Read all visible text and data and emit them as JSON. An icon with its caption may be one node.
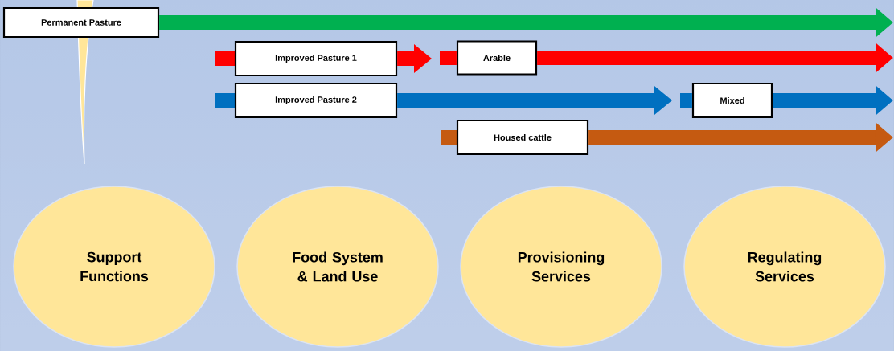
{
  "diagram": {
    "nodes": [
      {
        "text": [
          "Permanent Pasture"
        ]
      },
      {
        "text": [
          "Improved Pasture 1"
        ]
      },
      {
        "text": [
          "Arable"
        ]
      },
      {
        "text": [
          "Improved Pasture 2"
        ]
      },
      {
        "text": [
          "Mixed"
        ]
      },
      {
        "text": [
          "Housed cattle"
        ]
      },
      {
        "text": [
          "Support Functions"
        ]
      },
      {
        "text": [
          "Food System & Land Use"
        ]
      },
      {
        "text": [
          "Provisioning Services"
        ]
      },
      {
        "text": [
          "Regulating Services"
        ]
      }
    ],
    "edges": [
      {
        "from": 0,
        "to": null,
        "arrow": "to",
        "color": "#00b050"
      },
      {
        "from": 1,
        "to": 2,
        "arrow": "to",
        "color": "#ff0000"
      },
      {
        "from": 2,
        "to": null,
        "arrow": "to",
        "color": "#ff0000"
      },
      {
        "from": 3,
        "to": 4,
        "arrow": "to",
        "color": "#0070c0"
      },
      {
        "from": 4,
        "to": null,
        "arrow": "to",
        "color": "#0070c0"
      },
      {
        "from": 5,
        "to": null,
        "arrow": "to",
        "color": "#c55a11"
      }
    ]
  }
}
